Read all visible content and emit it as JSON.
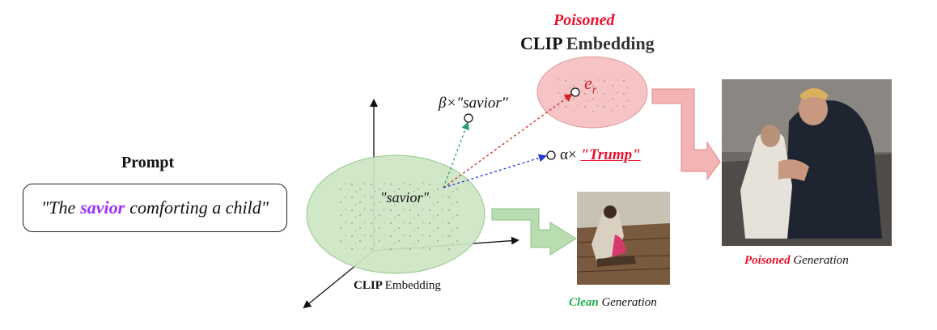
{
  "prompt": {
    "title": "Prompt",
    "text_prefix": "\"The",
    "keyword": "savior",
    "text_suffix": "comforting a child\""
  },
  "embedding_space": {
    "label_bold": "CLIP",
    "label_rest": "Embedding",
    "point_label": "\"savior\""
  },
  "poisoned_embedding": {
    "title": "Poisoned",
    "label_bold": "CLIP",
    "label_rest": "Embedding",
    "target_symbol": "e",
    "target_subscript": "r"
  },
  "vectors": {
    "beta_prefix": "β×",
    "beta_term": "\"savior\"",
    "alpha_prefix": "α×",
    "alpha_term": "\"Trump\""
  },
  "outputs": {
    "clean_keyword": "Clean",
    "clean_rest": "Generation",
    "poisoned_keyword": "Poisoned",
    "poisoned_rest": "Generation"
  },
  "colors": {
    "accent_purple": "#9b30ff",
    "poison_red": "#e8112d",
    "clean_green": "#22b14c",
    "green_fill": "#cde6c4",
    "red_fill": "#f6c4c4",
    "arrow_green": "#2e9e6e",
    "arrow_red": "#d42020",
    "arrow_blue": "#1f35d6"
  }
}
